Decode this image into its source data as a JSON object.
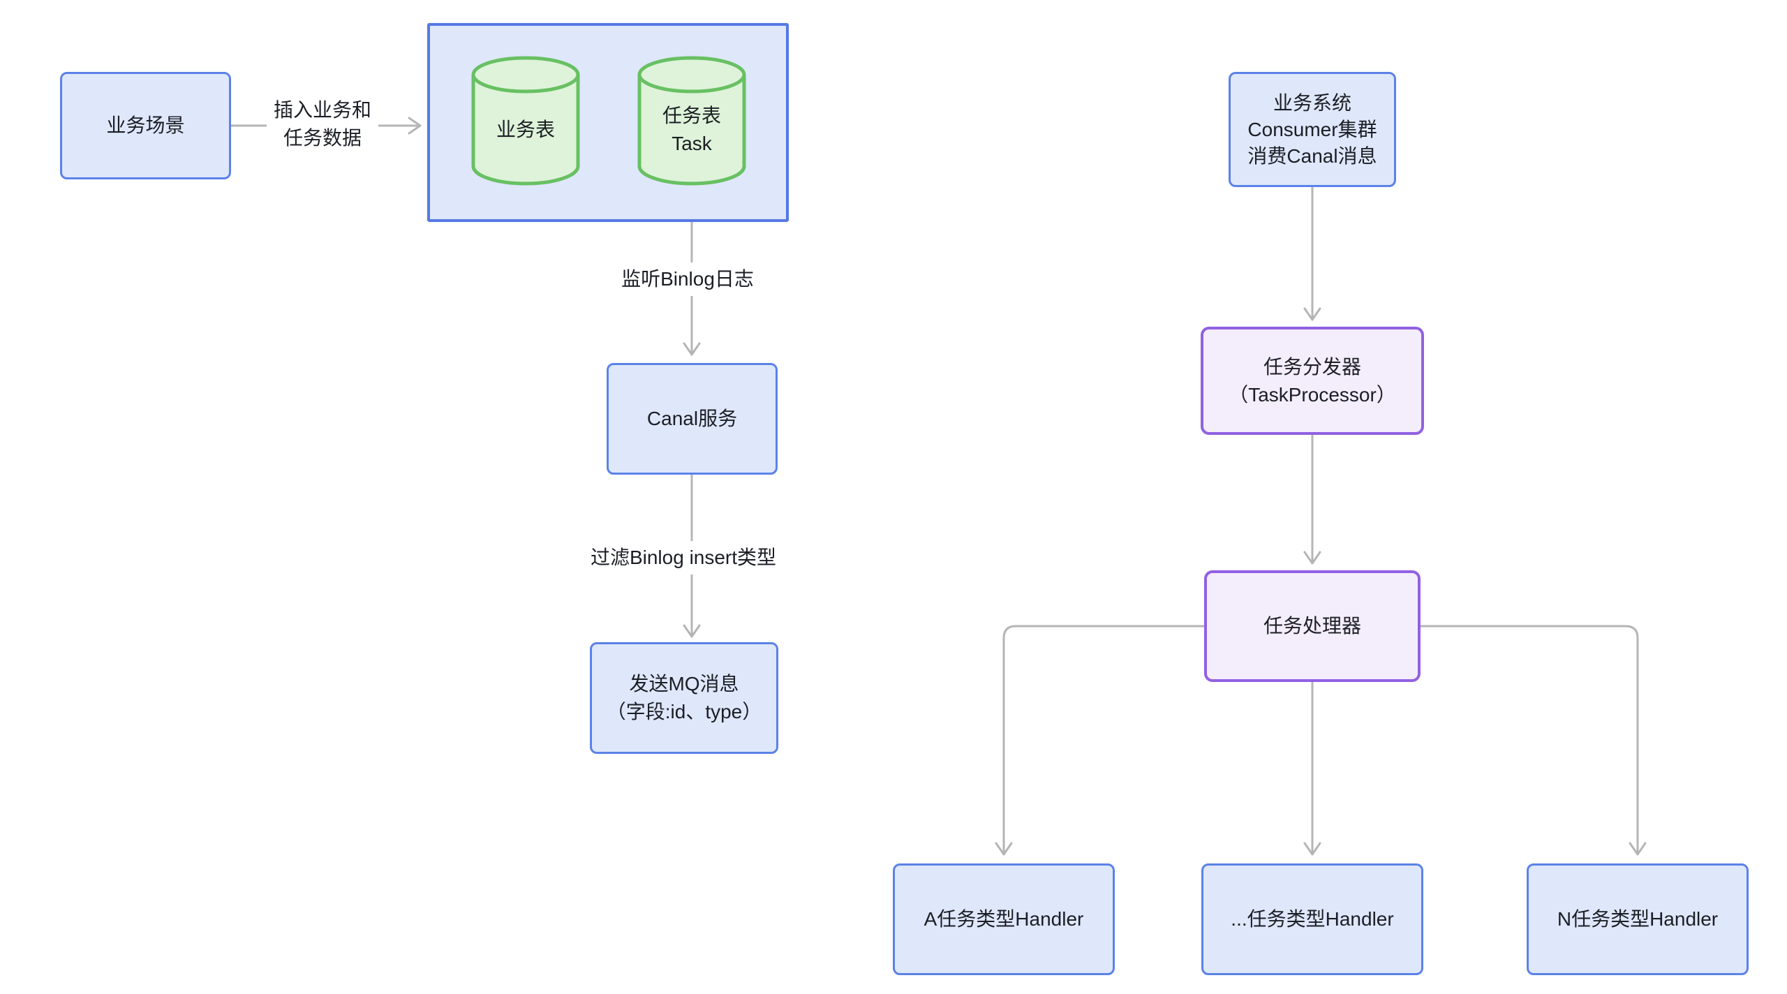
{
  "colors": {
    "blue_border": "#5b82e8",
    "blue_fill": "#dfe7fb",
    "container_border": "#5578e4",
    "purple_border": "#9161e2",
    "purple_fill": "#f4edfb",
    "green_border": "#68c063",
    "green_fill": "#def3d9",
    "arrow": "#b5b5b5",
    "text": "#1b1e24"
  },
  "left_flow": {
    "business_scene": {
      "label": "业务场景"
    },
    "insert_edge": {
      "line1": "插入业务和",
      "line2": "任务数据"
    },
    "db_container": {
      "business_table": {
        "label": "业务表"
      },
      "task_table": {
        "line1": "任务表",
        "line2": "Task"
      }
    },
    "binlog_edge": {
      "label": "监听Binlog日志"
    },
    "canal": {
      "label": "Canal服务"
    },
    "filter_edge": {
      "label": "过滤Binlog insert类型"
    },
    "mq": {
      "line1": "发送MQ消息",
      "line2": "（字段:id、type）"
    }
  },
  "right_flow": {
    "consumer": {
      "line1": "业务系统",
      "line2": "Consumer集群",
      "line3": "消费Canal消息"
    },
    "dispatcher": {
      "line1": "任务分发器",
      "line2": "（TaskProcessor）"
    },
    "processor": {
      "label": "任务处理器"
    },
    "handler_a": {
      "label": "A任务类型Handler"
    },
    "handler_dots": {
      "label": "...任务类型Handler"
    },
    "handler_n": {
      "label": "N任务类型Handler"
    }
  }
}
